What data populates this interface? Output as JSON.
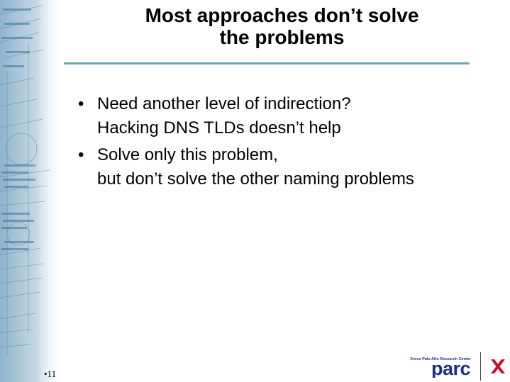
{
  "slide": {
    "title_lines": [
      "Most approaches don’t solve",
      "the problems"
    ],
    "bullets": [
      {
        "lines": [
          "Need another level of indirection?",
          "Hacking DNS TLDs doesn’t help"
        ]
      },
      {
        "lines": [
          "Solve only this problem,",
          "but don’t solve the other naming problems"
        ]
      }
    ],
    "page_number": "•11"
  },
  "branding": {
    "org_name": "Xerox Palo Alto Research Center",
    "logo_text": "parc",
    "logo_color": "#1b2f86",
    "x_logo_color": "#c8102e"
  },
  "colors": {
    "title_rule": "#6fa4bb",
    "side_art": "#8fb3cc"
  },
  "icons": {
    "bullet": "bullet-dot-icon",
    "logo": "parc-logo-icon",
    "brand_mark": "xerox-x-icon"
  }
}
